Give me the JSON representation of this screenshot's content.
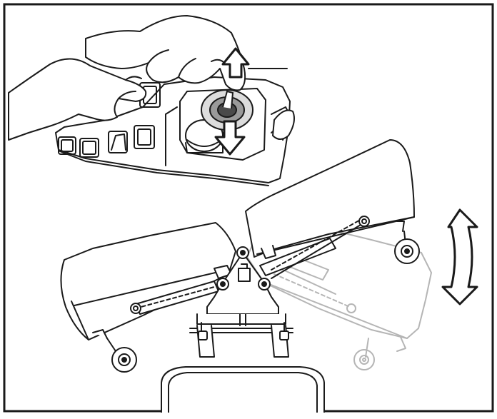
{
  "figure": {
    "kind": "technical-illustration",
    "frame_color": "#1a1a1a",
    "ink_color": "#1a1a1a",
    "ghost_color": "#b5b5b5",
    "background_color": "#ffffff",
    "parts": [
      "control-console",
      "joystick",
      "raise-arrow",
      "lower-arrow",
      "left-wing-deck",
      "right-wing-deck-raised",
      "right-wing-deck-ghost",
      "center-pivot",
      "rotate-double-arrow",
      "tractor-hood"
    ]
  }
}
